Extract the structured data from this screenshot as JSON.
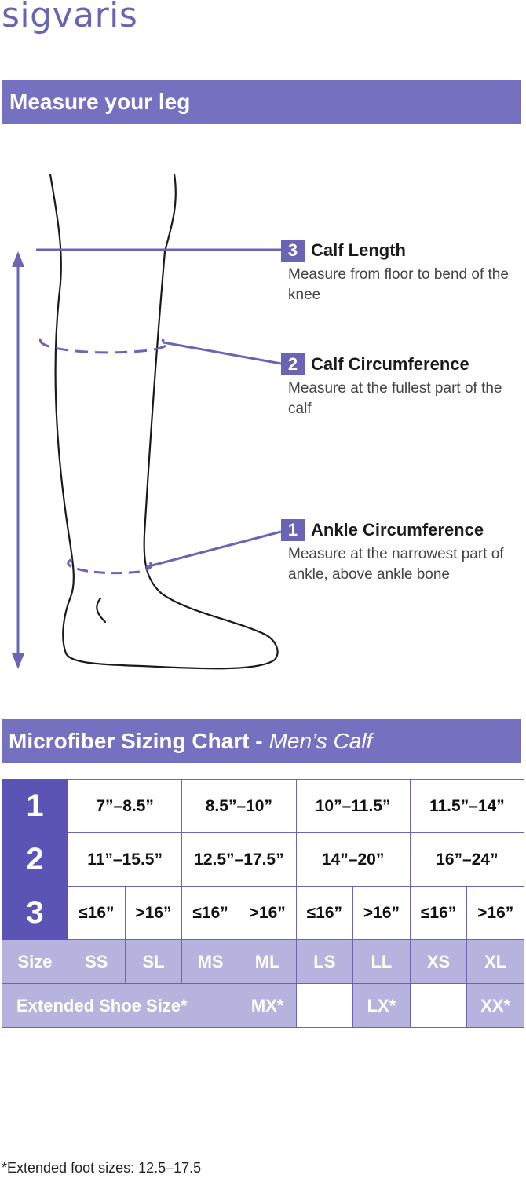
{
  "brand": "sigvaris",
  "header": {
    "title": "Measure your leg"
  },
  "callouts": [
    {
      "number": "3",
      "title": "Calf Length",
      "desc": "Measure from floor to bend of the knee"
    },
    {
      "number": "2",
      "title": "Calf Circumference",
      "desc": "Measure at the fullest part of the calf"
    },
    {
      "number": "1",
      "title": "Ankle Circumference",
      "desc": "Measure at the narrowest part of ankle, above ankle bone"
    }
  ],
  "chart_header": {
    "title": "Microfiber Sizing Chart -",
    "subtitle": "Men’s Calf"
  },
  "table": {
    "row1": {
      "label": "1",
      "cells": [
        "7”–8.5”",
        "8.5”–10”",
        "10”–11.5”",
        "11.5”–14”"
      ]
    },
    "row2": {
      "label": "2",
      "cells": [
        "11”–15.5”",
        "12.5”–17.5”",
        "14”–20”",
        "16”–24”"
      ]
    },
    "row3": {
      "label": "3",
      "cells": [
        "≤16”",
        ">16”",
        "≤16”",
        ">16”",
        "≤16”",
        ">16”",
        "≤16”",
        ">16”"
      ]
    },
    "size_row": {
      "label": "Size",
      "cells": [
        "SS",
        "SL",
        "MS",
        "ML",
        "LS",
        "LL",
        "XS",
        "XL"
      ]
    },
    "extended_row": {
      "label": "Extended Shoe Size*",
      "cells": [
        "MX*",
        "",
        "LX*",
        "",
        "XX*"
      ]
    }
  },
  "colors": {
    "brand_purple": "#6a64b4",
    "band": "#7571c0",
    "light": "#b6b3df"
  },
  "footnote": "*Extended foot sizes: 12.5–17.5"
}
